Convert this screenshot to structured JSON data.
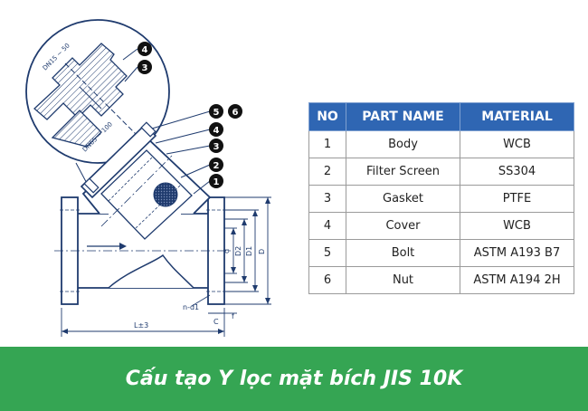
{
  "callouts": {
    "detail": [
      "4",
      "3"
    ],
    "main": [
      "5",
      "6",
      "4",
      "3",
      "2",
      "1"
    ]
  },
  "drawing_labels": {
    "dn_small": "DN15 ~ 50",
    "dn_large": "DN65 ~ 100",
    "d": "d",
    "d2": "D2",
    "d1": "D1",
    "D": "D",
    "nd1": "n-d1",
    "length": "L±3",
    "c": "C",
    "f": "f"
  },
  "table": {
    "headers": [
      "NO",
      "PART NAME",
      "MATERIAL"
    ],
    "rows": [
      {
        "no": "1",
        "name": "Body",
        "material": "WCB"
      },
      {
        "no": "2",
        "name": "Filter Screen",
        "material": "SS304"
      },
      {
        "no": "3",
        "name": "Gasket",
        "material": "PTFE"
      },
      {
        "no": "4",
        "name": "Cover",
        "material": "WCB"
      },
      {
        "no": "5",
        "name": "Bolt",
        "material": "ASTM A193 B7"
      },
      {
        "no": "6",
        "name": "Nut",
        "material": "ASTM A194 2H"
      }
    ]
  },
  "banner": {
    "title": "Cấu tạo Y lọc mặt bích JIS 10K"
  },
  "colors": {
    "line": "#1f3b6e",
    "header_bg": "#2f66b3",
    "banner_bg": "#35a553",
    "callout_bg": "#111111"
  }
}
